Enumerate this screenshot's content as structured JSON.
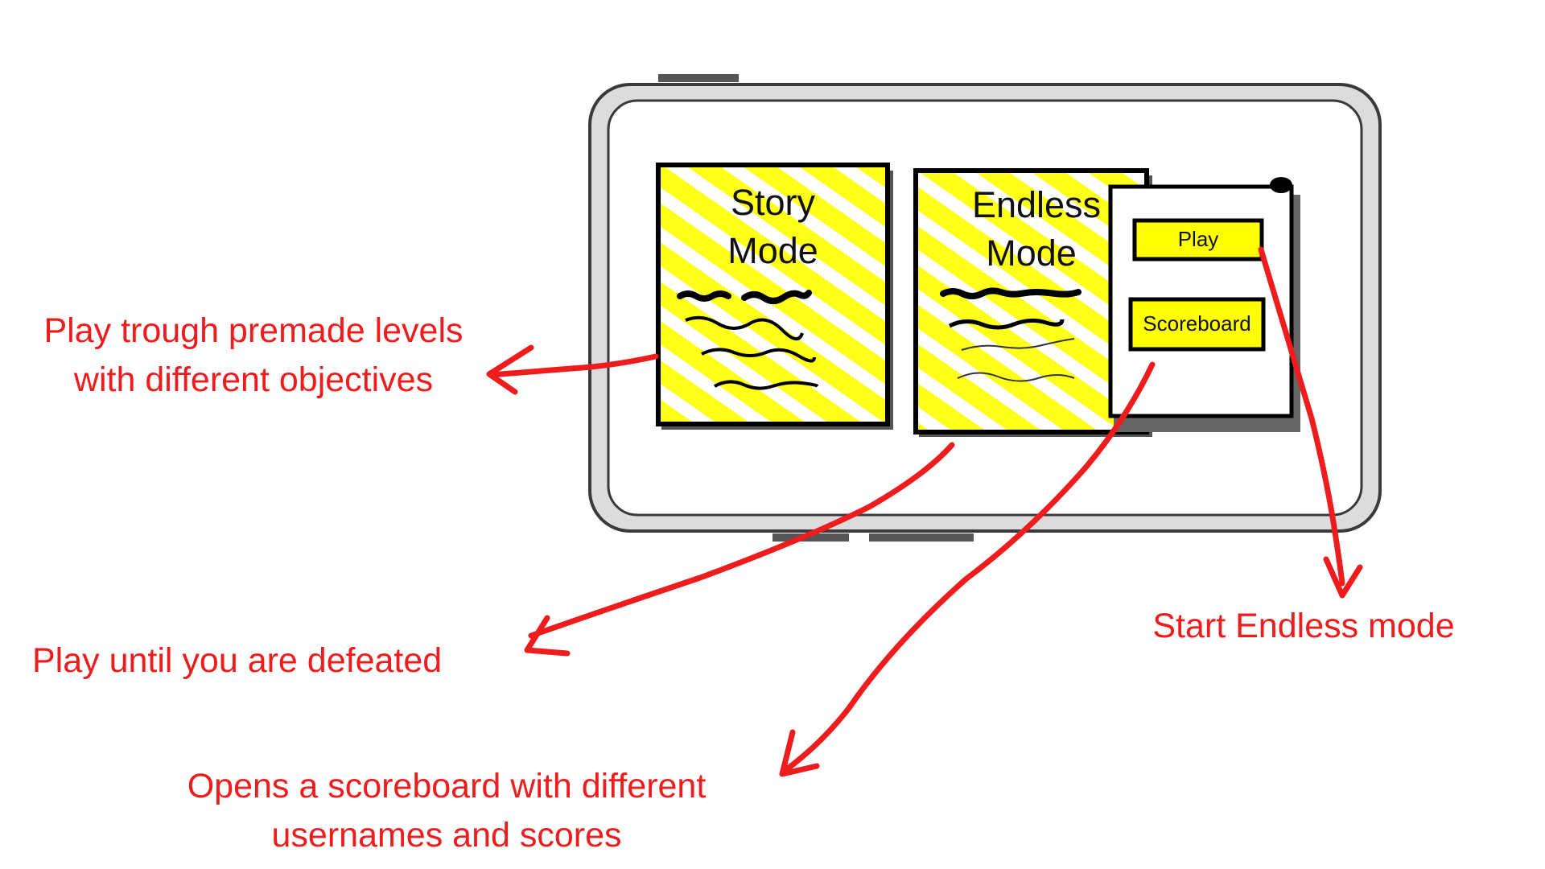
{
  "cards": {
    "story": {
      "title_line1": "Story",
      "title_line2": "Mode"
    },
    "endless": {
      "title_line1": "Endless",
      "title_line2": "Mode"
    }
  },
  "popup": {
    "play_label": "Play",
    "scoreboard_label": "Scoreboard"
  },
  "annotations": {
    "story": {
      "line1": "Play trough premade levels",
      "line2": "with different objectives"
    },
    "endless": {
      "line1": "Play until you are defeated"
    },
    "scoreboard": {
      "line1": "Opens a scoreboard with different",
      "line2": "usernames and scores"
    },
    "play": {
      "line1": "Start Endless mode"
    }
  },
  "colors": {
    "annotation": "#ee1c1c",
    "highlight": "#ffff00",
    "device_frame": "#8c8c8c",
    "ink": "#111111"
  }
}
